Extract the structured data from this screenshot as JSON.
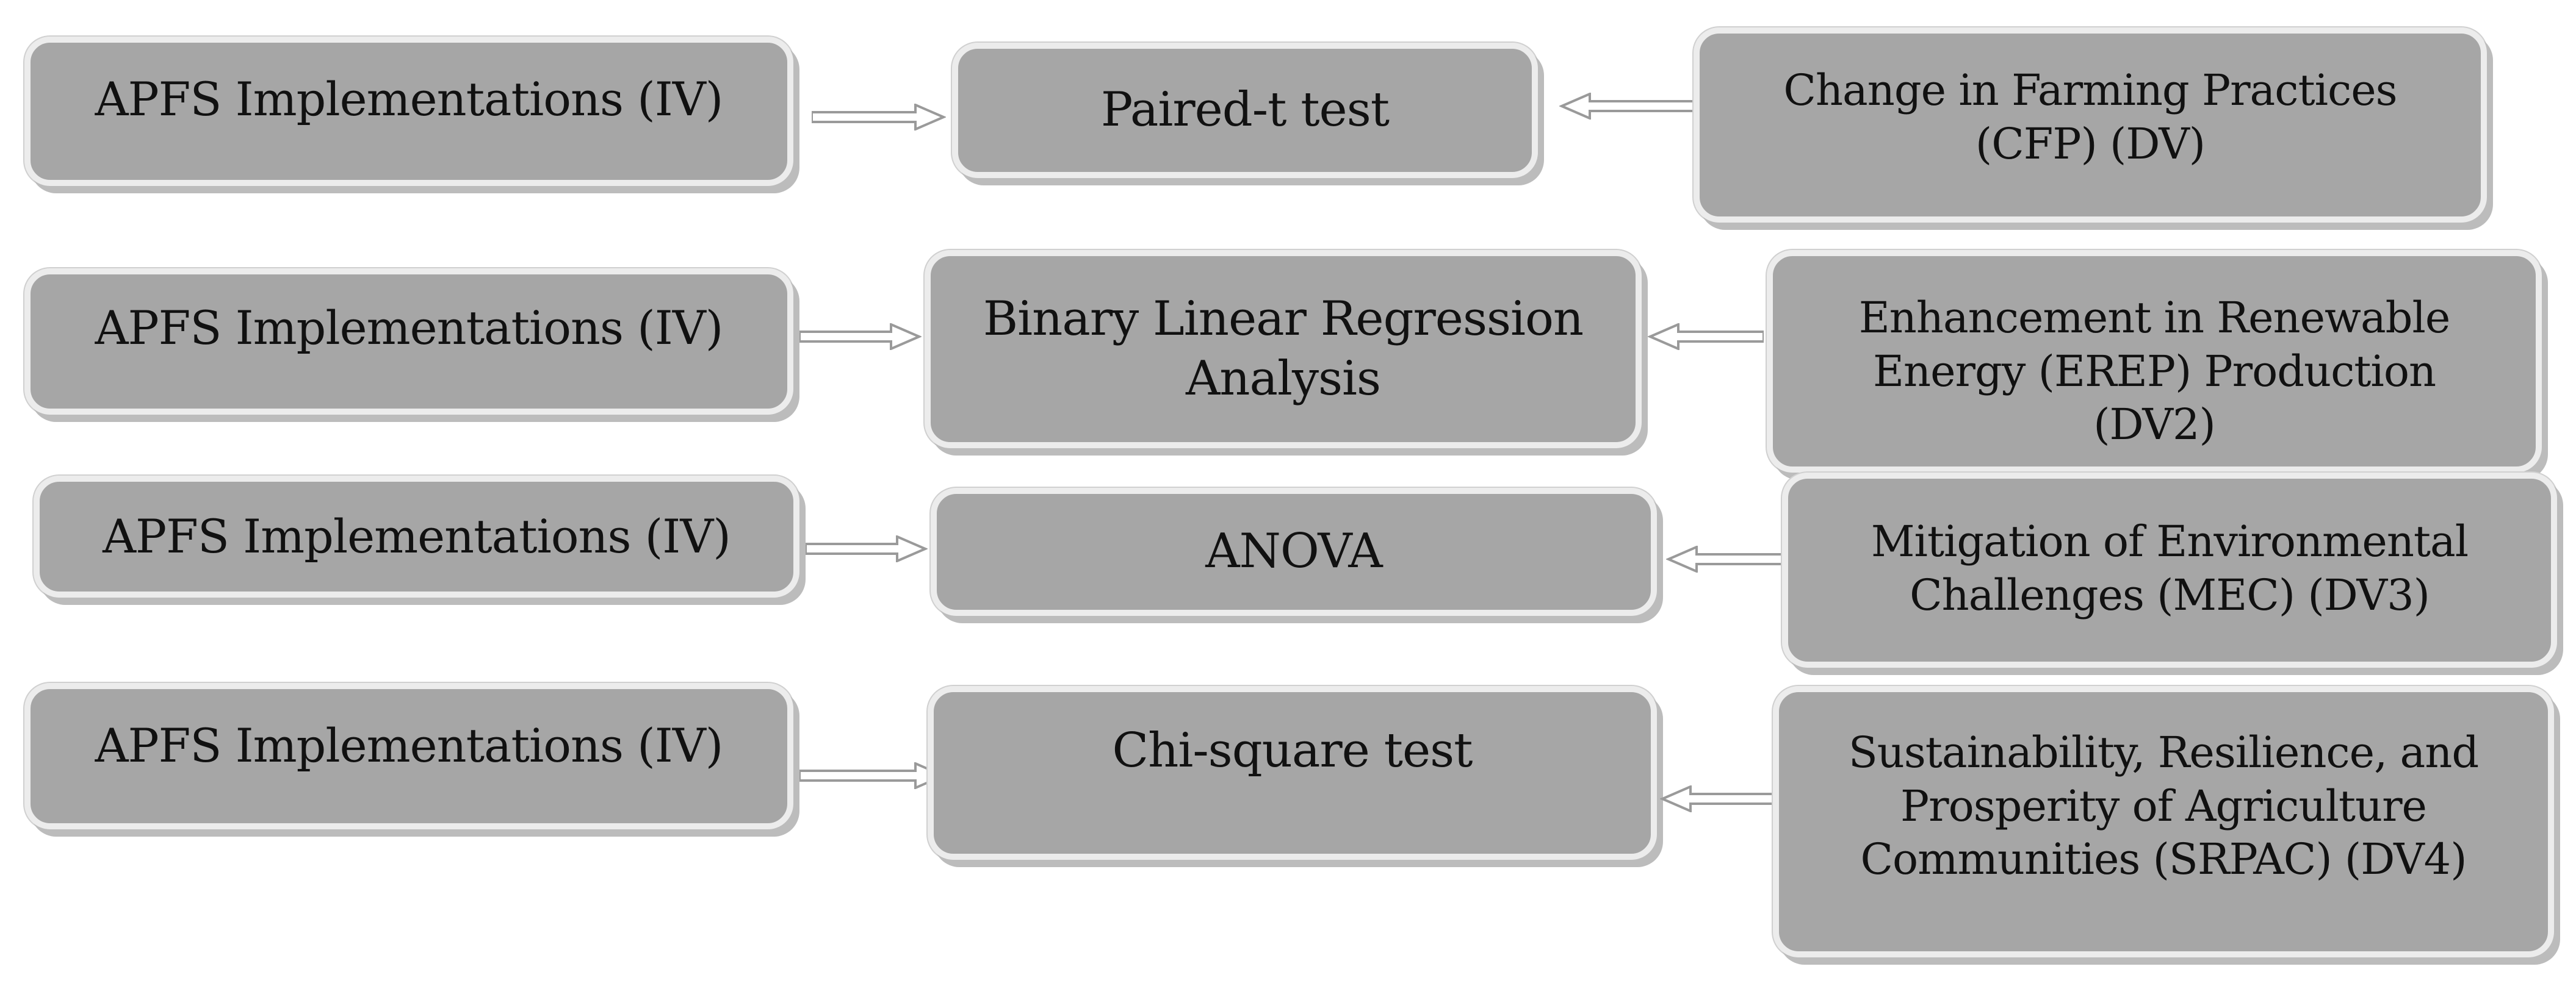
{
  "rows": [
    {
      "iv": "APFS Implementations (IV)",
      "test": "Paired-t test",
      "dv": "Change in Farming Practices (CFP) (DV)"
    },
    {
      "iv": "APFS Implementations (IV)",
      "test": "Binary Linear Regression Analysis",
      "dv": "Enhancement in Renewable Energy (EREP) Production (DV2)"
    },
    {
      "iv": "APFS Implementations (IV)",
      "test": "ANOVA",
      "dv": "Mitigation of Environmental Challenges (MEC) (DV3)"
    },
    {
      "iv": "APFS Implementations (IV)",
      "test": "Chi-square test",
      "dv": "Sustainability, Resilience, and Prosperity of Agriculture Communities (SRPAC) (DV4)"
    }
  ],
  "colors": {
    "box_fill": "#a6a6a6",
    "box_border": "#ececec",
    "text": "#111111"
  }
}
